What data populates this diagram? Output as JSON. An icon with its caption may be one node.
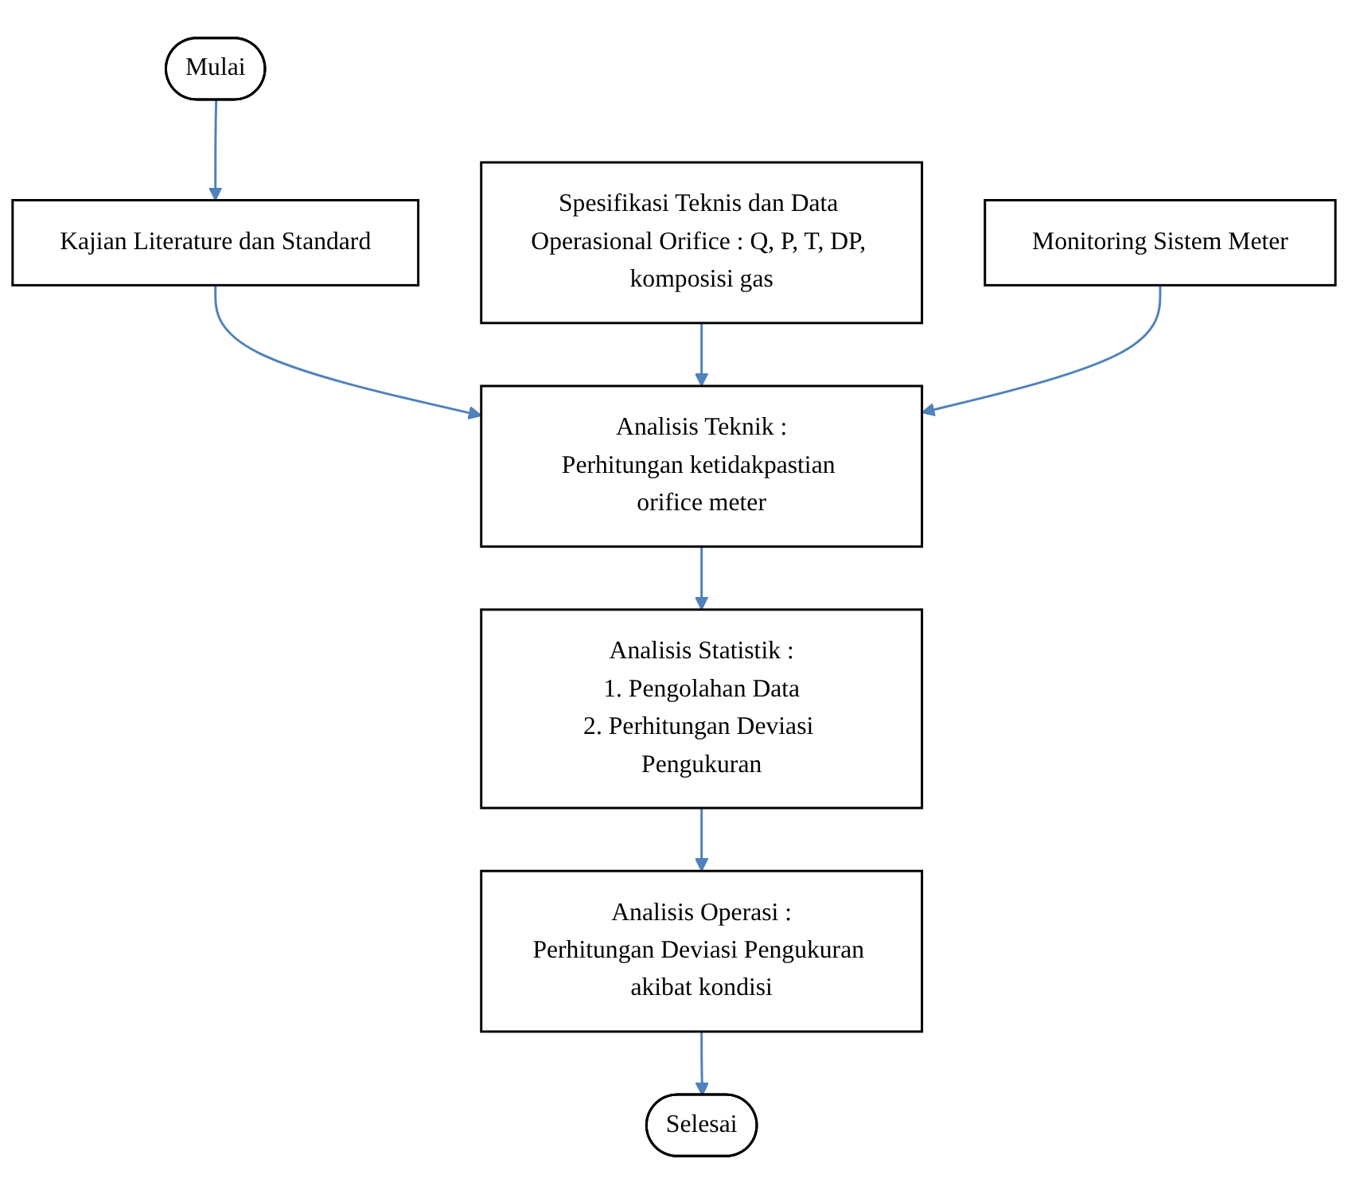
{
  "diagram": {
    "nodes": [
      {
        "text": [
          "Mulai"
        ]
      },
      {
        "text": [
          "Kajian Literature dan Standard"
        ]
      },
      {
        "text": [
          "Spesifikasi Teknis dan Data Operasional Orifice : Q, P, T, DP, komposisi gas"
        ]
      },
      {
        "text": [
          "Analisis Teknik :",
          "Perhitungan ketidakpastian orifice meter"
        ]
      },
      {
        "text": [
          "Monitoring Sistem Meter"
        ]
      },
      {
        "text": [
          "Analisis Statistik :",
          "1. Pengolahan Data",
          "2. Perhitungan Deviasi Pengukuran"
        ]
      },
      {
        "text": [
          "Analisis Operasi :",
          "Perhitungan Deviasi Pengukuran akibat kondisi"
        ]
      },
      {
        "text": [
          "Selesai"
        ]
      }
    ],
    "edges": [
      {
        "from": 0,
        "to": 1,
        "arrow": "to"
      },
      {
        "from": 1,
        "to": 3,
        "arrow": "to"
      },
      {
        "from": 2,
        "to": 3,
        "arrow": "to"
      },
      {
        "from": 4,
        "to": 3,
        "arrow": "to"
      },
      {
        "from": 3,
        "to": 5,
        "arrow": "to"
      },
      {
        "from": 5,
        "to": 6,
        "arrow": "to"
      },
      {
        "from": 6,
        "to": 7,
        "arrow": "to"
      }
    ]
  }
}
